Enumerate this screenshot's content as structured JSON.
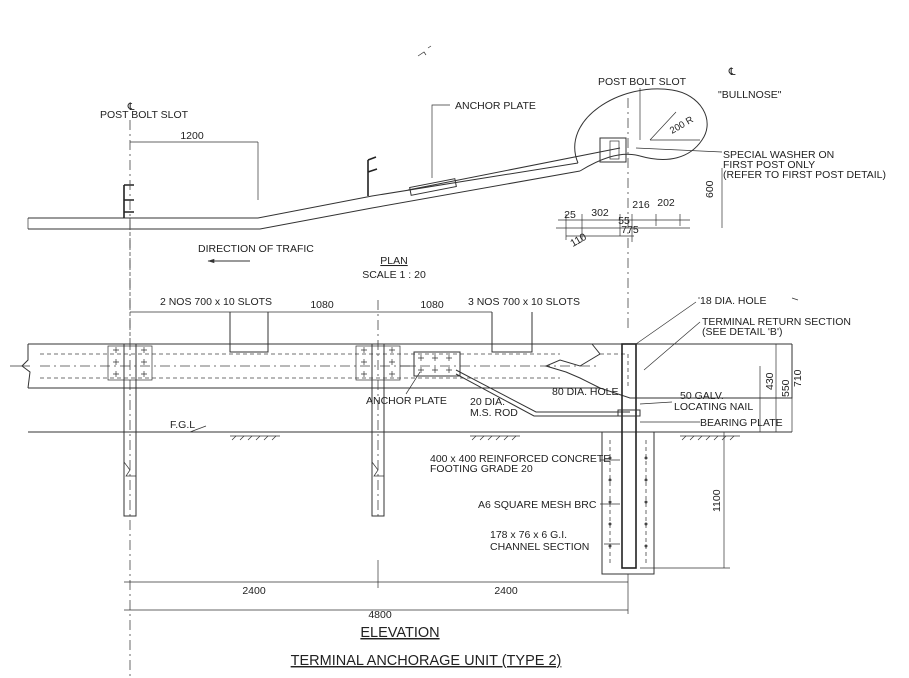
{
  "plan": {
    "centerline_left": "℄",
    "post_bolt_slot_left": "POST BOLT SLOT",
    "dim_1200": "1200",
    "anchor_plate": "ANCHOR PLATE",
    "post_bolt_slot_right": "POST BOLT SLOT",
    "centerline_right": "℄",
    "bullnose": "\"BULLNOSE\"",
    "radius": "200 R",
    "special_washer_1": "SPECIAL WASHER ON",
    "special_washer_2": "FIRST POST ONLY",
    "special_washer_3": "(REFER TO FIRST POST DETAIL)",
    "dim_600": "600",
    "dim_25": "25",
    "dim_302": "302",
    "dim_216": "216",
    "dim_202": "202",
    "dim_55": "55",
    "dim_110": "110",
    "dim_775": "775",
    "direction": "DIRECTION OF TRAFIC",
    "title": "PLAN",
    "scale": "SCALE 1 : 20"
  },
  "elevation": {
    "slots_2": "2 NOS 700 x 10 SLOTS",
    "dim_1080a": "1080",
    "dim_1080b": "1080",
    "slots_3": "3 NOS 700 x 10 SLOTS",
    "hole_18": "18 DIA. HOLE",
    "terminal_1": "TERMINAL RETURN SECTION",
    "terminal_2": "(SEE DETAIL 'B')",
    "hole_80": "80 DIA. HOLE",
    "anchor_plate": "ANCHOR PLATE",
    "rod_1": "20 DIA.",
    "rod_2": "M.S. ROD",
    "nail_1": "50 GALV.",
    "nail_2": "LOCATING NAIL",
    "bearing": "BEARING PLATE",
    "dim_430": "430",
    "dim_550": "550",
    "dim_710": "710",
    "fgl": "F.G.L",
    "footing_1": "400 x 400 REINFORCED CONCRETE",
    "footing_2": "FOOTING GRADE 20",
    "mesh": "A6 SQUARE MESH BRC",
    "channel_1": "178 x 76 x 6 G.I.",
    "channel_2": "CHANNEL SECTION",
    "dim_1100": "1100",
    "dim_2400a": "2400",
    "dim_2400b": "2400",
    "dim_4800": "4800",
    "title": "ELEVATION",
    "main_title": "TERMINAL ANCHORAGE UNIT (TYPE 2)"
  }
}
